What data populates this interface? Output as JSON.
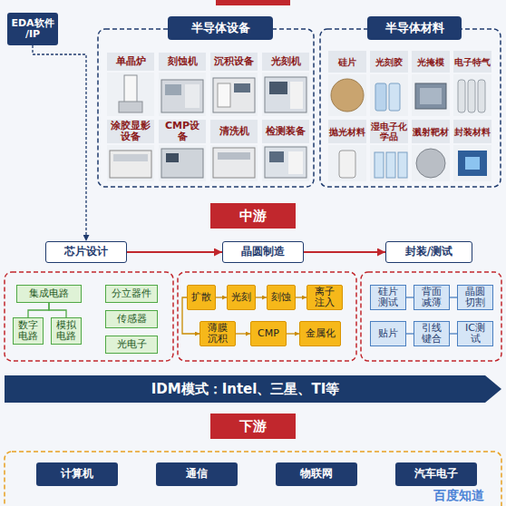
{
  "diagram": {
    "nodes": [
      {
        "text": [
          "EDA软件 /IP"
        ]
      },
      {
        "text": [
          "半导体设备"
        ]
      },
      {
        "text": [
          "单晶炉"
        ]
      },
      {
        "text": [
          "刻蚀机"
        ]
      },
      {
        "text": [
          "沉积设备"
        ]
      },
      {
        "text": [
          "光刻机"
        ]
      },
      {
        "text": [
          "涂胶显影设备"
        ]
      },
      {
        "text": [
          "CMP设备"
        ]
      },
      {
        "text": [
          "清洗机"
        ]
      },
      {
        "text": [
          "检测装备"
        ]
      },
      {
        "text": [
          "半导体材料"
        ]
      },
      {
        "text": [
          "硅片"
        ]
      },
      {
        "text": [
          "光刻胶"
        ]
      },
      {
        "text": [
          "光掩模"
        ]
      },
      {
        "text": [
          "电子特气"
        ]
      },
      {
        "text": [
          "抛光材料"
        ]
      },
      {
        "text": [
          "湿电子化学品"
        ]
      },
      {
        "text": [
          "溅射靶材"
        ]
      },
      {
        "text": [
          "封装材料"
        ]
      },
      {
        "text": [
          "中游"
        ]
      },
      {
        "text": [
          "芯片设计"
        ]
      },
      {
        "text": [
          "晶圆制造"
        ]
      },
      {
        "text": [
          "封装/测试"
        ]
      },
      {
        "text": [
          "集成电路"
        ]
      },
      {
        "text": [
          "数字电路"
        ]
      },
      {
        "text": [
          "模拟电路"
        ]
      },
      {
        "text": [
          "分立器件"
        ]
      },
      {
        "text": [
          "传感器"
        ]
      },
      {
        "text": [
          "光电子"
        ]
      },
      {
        "text": [
          "扩散"
        ]
      },
      {
        "text": [
          "光刻"
        ]
      },
      {
        "text": [
          "刻蚀"
        ]
      },
      {
        "text": [
          "离子注入"
        ]
      },
      {
        "text": [
          "薄膜沉积"
        ]
      },
      {
        "text": [
          "CMP"
        ]
      },
      {
        "text": [
          "金属化"
        ]
      },
      {
        "text": [
          "硅片测试"
        ]
      },
      {
        "text": [
          "背面减薄"
        ]
      },
      {
        "text": [
          "晶圆切割"
        ]
      },
      {
        "text": [
          "贴片"
        ]
      },
      {
        "text": [
          "引线键合"
        ]
      },
      {
        "text": [
          "IC测试"
        ]
      },
      {
        "text": [
          "IDM模式：Intel、三星、TI等"
        ]
      },
      {
        "text": [
          "下游"
        ]
      },
      {
        "text": [
          "计算机"
        ]
      },
      {
        "text": [
          "通信"
        ]
      },
      {
        "text": [
          "物联网"
        ]
      },
      {
        "text": [
          "汽车电子"
        ]
      }
    ],
    "edges": [
      {
        "from": 0,
        "to": 20,
        "arrow": "to"
      },
      {
        "from": 20,
        "to": 21,
        "arrow": "to"
      },
      {
        "from": 21,
        "to": 22,
        "arrow": "to"
      },
      {
        "from": 23,
        "to": 24,
        "arrow": "none"
      },
      {
        "from": 23,
        "to": 25,
        "arrow": "none"
      },
      {
        "from": 29,
        "to": 30,
        "arrow": "to"
      },
      {
        "from": 30,
        "to": 31,
        "arrow": "to"
      },
      {
        "from": 31,
        "to": 32,
        "arrow": "to"
      },
      {
        "from": 29,
        "to": 33,
        "arrow": "to"
      },
      {
        "from": 33,
        "to": 34,
        "arrow": "to"
      },
      {
        "from": 34,
        "to": 35,
        "arrow": "to"
      },
      {
        "from": 36,
        "to": 37,
        "arrow": "none"
      },
      {
        "from": 37,
        "to": 38,
        "arrow": "none"
      },
      {
        "from": 39,
        "to": 40,
        "arrow": "none"
      },
      {
        "from": 40,
        "to": 41,
        "arrow": "none"
      }
    ],
    "labels": [
      "百度知道"
    ]
  }
}
